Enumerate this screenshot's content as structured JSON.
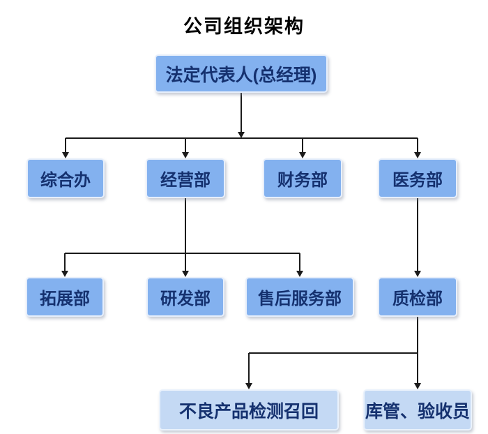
{
  "title": "公司组织架构",
  "colors": {
    "box_fill": "#83b1ef",
    "box_fill_light": "#c4d9f4",
    "box_border": "#e7effb",
    "box_text": "#15316f",
    "title_text": "#000000",
    "line": "#1a1a1a",
    "background": "#ffffff"
  },
  "nodes": {
    "root": {
      "label": "法定代表人(总经理)"
    },
    "zonghe": {
      "label": "综合办"
    },
    "jingying": {
      "label": "经营部"
    },
    "caiwu": {
      "label": "财务部"
    },
    "yiwu": {
      "label": "医务部"
    },
    "tuozhan": {
      "label": "拓展部"
    },
    "yanfa": {
      "label": "研发部"
    },
    "shouhou": {
      "label": "售后服务部"
    },
    "zhijian": {
      "label": "质检部"
    },
    "buliang": {
      "label": "不良产品检测召回"
    },
    "kuguan": {
      "label": "库管、验收员"
    }
  },
  "edges": [
    {
      "from": "root",
      "to": [
        "zonghe",
        "jingying",
        "caiwu",
        "yiwu"
      ],
      "rail": 198,
      "junction_arrow": true
    },
    {
      "from": "jingying",
      "to": [
        "tuozhan",
        "yanfa",
        "shouhou"
      ],
      "rail": 363,
      "through": "yanfa"
    },
    {
      "from": "yiwu",
      "to": [
        "zhijian"
      ]
    },
    {
      "from": "zhijian",
      "to": [
        "buliang",
        "kuguan"
      ],
      "rail": 506,
      "through": "kuguan"
    }
  ]
}
